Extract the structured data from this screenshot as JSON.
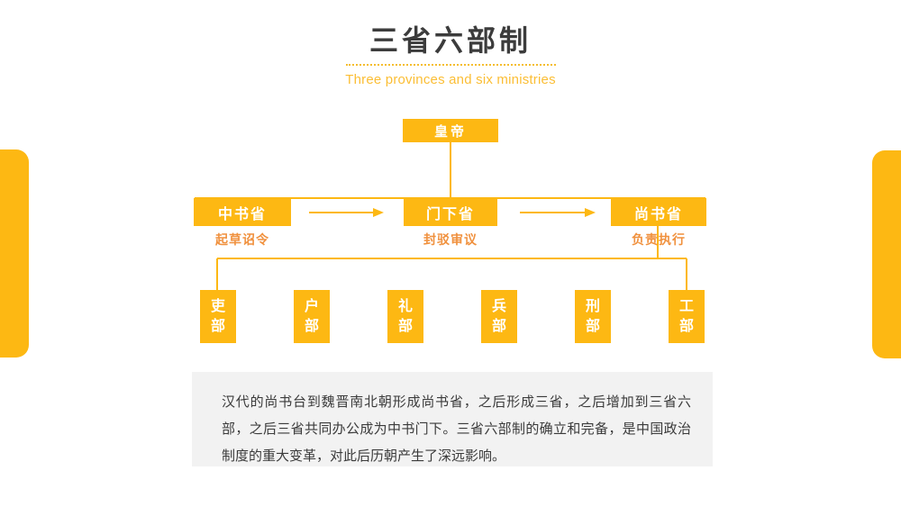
{
  "colors": {
    "accent_yellow": "#FDB813",
    "caption_orange": "#F0913E",
    "subtitle_yellow": "#FBBE35",
    "title_gray": "#3C3C3C",
    "body_text_gray": "#3B3B3B",
    "panel_gray": "#F2F2F2"
  },
  "header": {
    "title": "三省六部制",
    "subtitle": "Three provinces and six ministries"
  },
  "org_chart": {
    "emperor": {
      "label": "皇帝"
    },
    "provinces": [
      {
        "label": "中书省",
        "caption": "起草诏令"
      },
      {
        "label": "门下省",
        "caption": "封驳审议"
      },
      {
        "label": "尚书省",
        "caption": "负责执行"
      }
    ],
    "ministries": [
      {
        "label": "吏\n部"
      },
      {
        "label": "户\n部"
      },
      {
        "label": "礼\n部"
      },
      {
        "label": "兵\n部"
      },
      {
        "label": "刑\n部"
      },
      {
        "label": "工\n部"
      }
    ]
  },
  "footer": {
    "paragraph": "汉代的尚书台到魏晋南北朝形成尚书省，之后形成三省，之后增加到三省六部，之后三省共同办公成为中书门下。三省六部制的确立和完备，是中国政治制度的重大变革，对此后历朝产生了深远影响。"
  }
}
